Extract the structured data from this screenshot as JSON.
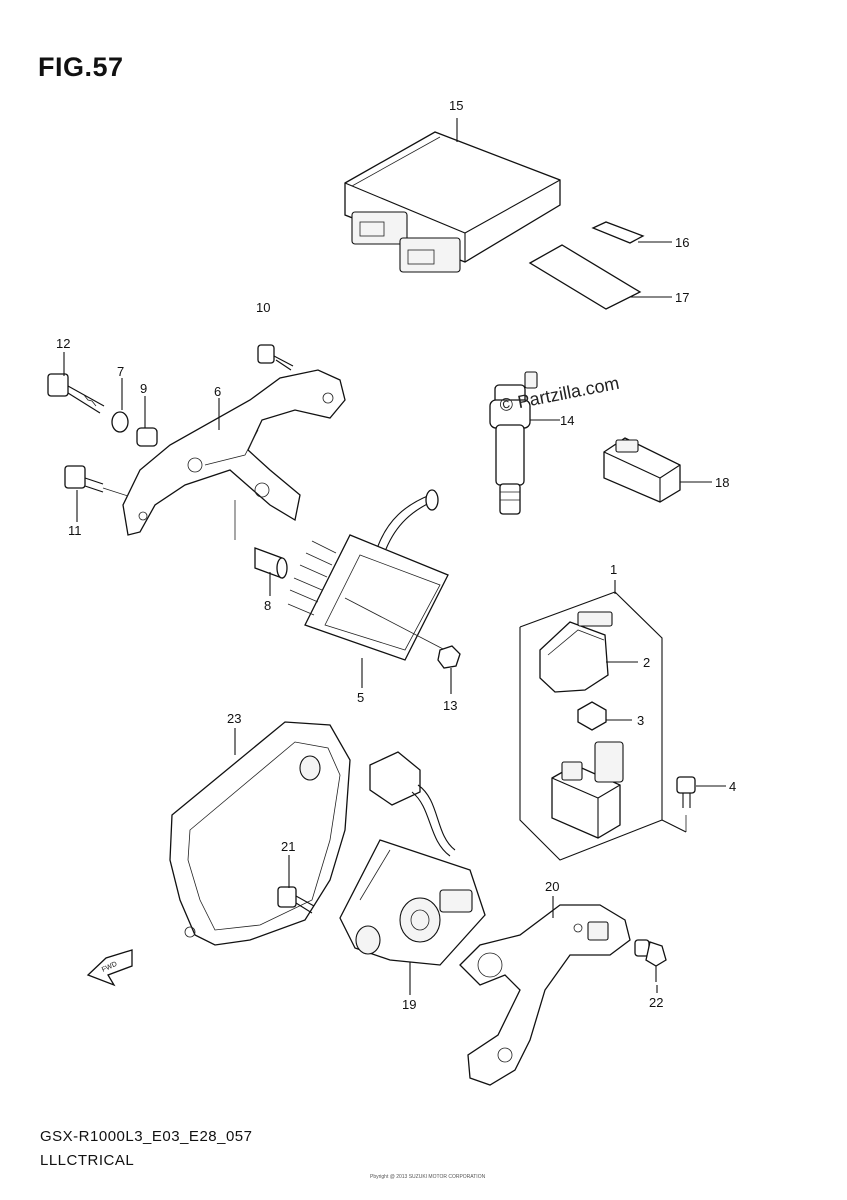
{
  "figure": {
    "title": "FIG.57",
    "footer_code": "GSX-R1000L3_E03_E28_057",
    "footer_name": "LLLCTRICAL",
    "fine_print": "Pbyright @ 2013 SUZUKI MOTOR CORPORATION",
    "watermark": "© Partzilla.com"
  },
  "callouts": [
    {
      "key": "c15",
      "label": "15"
    },
    {
      "key": "c16",
      "label": "16"
    },
    {
      "key": "c17",
      "label": "17"
    },
    {
      "key": "c10",
      "label": "10"
    },
    {
      "key": "c12",
      "label": "12"
    },
    {
      "key": "c7",
      "label": "7"
    },
    {
      "key": "c9",
      "label": "9"
    },
    {
      "key": "c6",
      "label": "6"
    },
    {
      "key": "c14",
      "label": "14"
    },
    {
      "key": "c18",
      "label": "18"
    },
    {
      "key": "c11",
      "label": "11"
    },
    {
      "key": "c8",
      "label": "8"
    },
    {
      "key": "c5",
      "label": "5"
    },
    {
      "key": "c13",
      "label": "13"
    },
    {
      "key": "c1",
      "label": "1"
    },
    {
      "key": "c2",
      "label": "2"
    },
    {
      "key": "c3",
      "label": "3"
    },
    {
      "key": "c4",
      "label": "4"
    },
    {
      "key": "c23",
      "label": "23"
    },
    {
      "key": "c21",
      "label": "21"
    },
    {
      "key": "c20",
      "label": "20"
    },
    {
      "key": "c19",
      "label": "19"
    },
    {
      "key": "c22",
      "label": "22"
    }
  ],
  "icons": {
    "forward_arrow": "fwd-arrow-icon",
    "fwd_text": "FWD"
  }
}
